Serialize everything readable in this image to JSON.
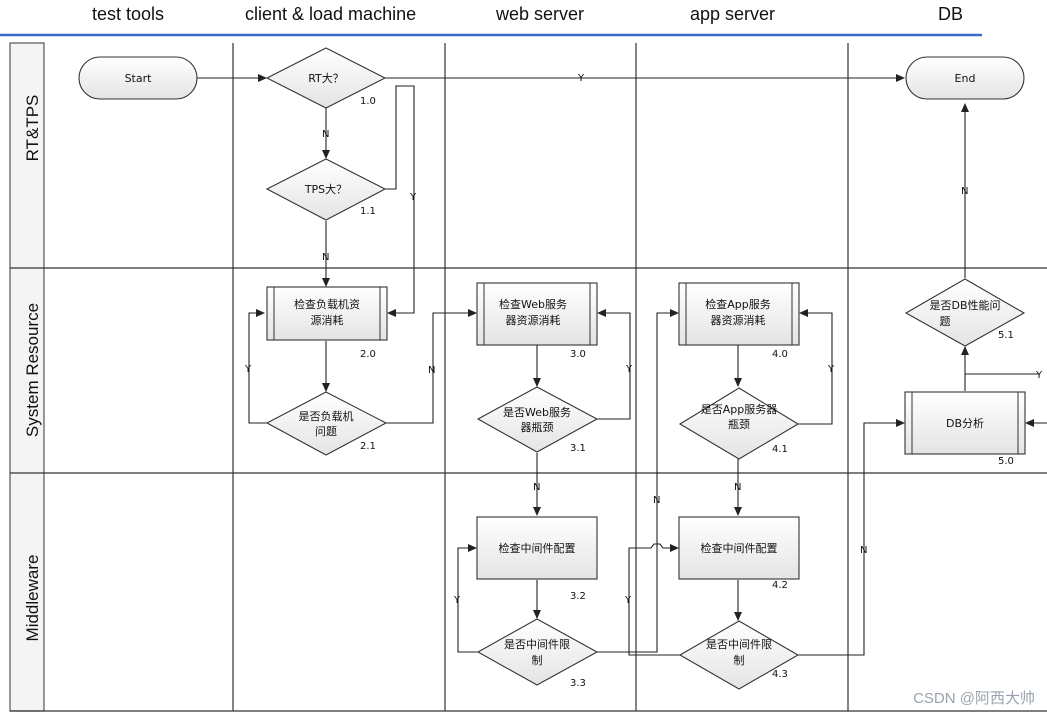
{
  "columns": [
    "test tools",
    "client & load machine",
    "web server",
    "app server",
    "DB"
  ],
  "lanes": [
    "RT&TPS",
    "System Resource",
    "Middleware"
  ],
  "terminals": {
    "start": "Start",
    "end": "End"
  },
  "decisions": {
    "d10": {
      "text": "RT大？",
      "num": "1.0"
    },
    "d11": {
      "text": "TPS大？",
      "num": "1.1"
    },
    "d21": {
      "text1": "是否负载机",
      "text2": "问题",
      "num": "2.1"
    },
    "d31": {
      "text1": "是否Web服务",
      "text2": "器瓶颈",
      "num": "3.1"
    },
    "d41": {
      "text1": "是否App服务器",
      "text2": "瓶颈",
      "num": "4.1"
    },
    "d33": {
      "text1": "是否中间件限",
      "text2": "制",
      "num": "3.3"
    },
    "d43": {
      "text1": "是否中间件限",
      "text2": "制",
      "num": "4.3"
    },
    "d51": {
      "text1": "是否DB性能问",
      "text2": "题",
      "num": "5.1"
    }
  },
  "processes": {
    "p20": {
      "text1": "检查负载机资",
      "text2": "源消耗",
      "num": "2.0"
    },
    "p30": {
      "text1": "检查Web服务",
      "text2": "器资源消耗",
      "num": "3.0"
    },
    "p40": {
      "text1": "检查App服务",
      "text2": "器资源消耗",
      "num": "4.0"
    },
    "p50": {
      "text": "DB分析",
      "num": "5.0"
    },
    "p32": {
      "text": "检查中间件配置",
      "num": "3.2"
    },
    "p42": {
      "text": "检查中间件配置",
      "num": "4.2"
    }
  },
  "edge_labels": {
    "yes": "Y",
    "no": "N"
  },
  "watermark": "CSDN @阿西大帅"
}
